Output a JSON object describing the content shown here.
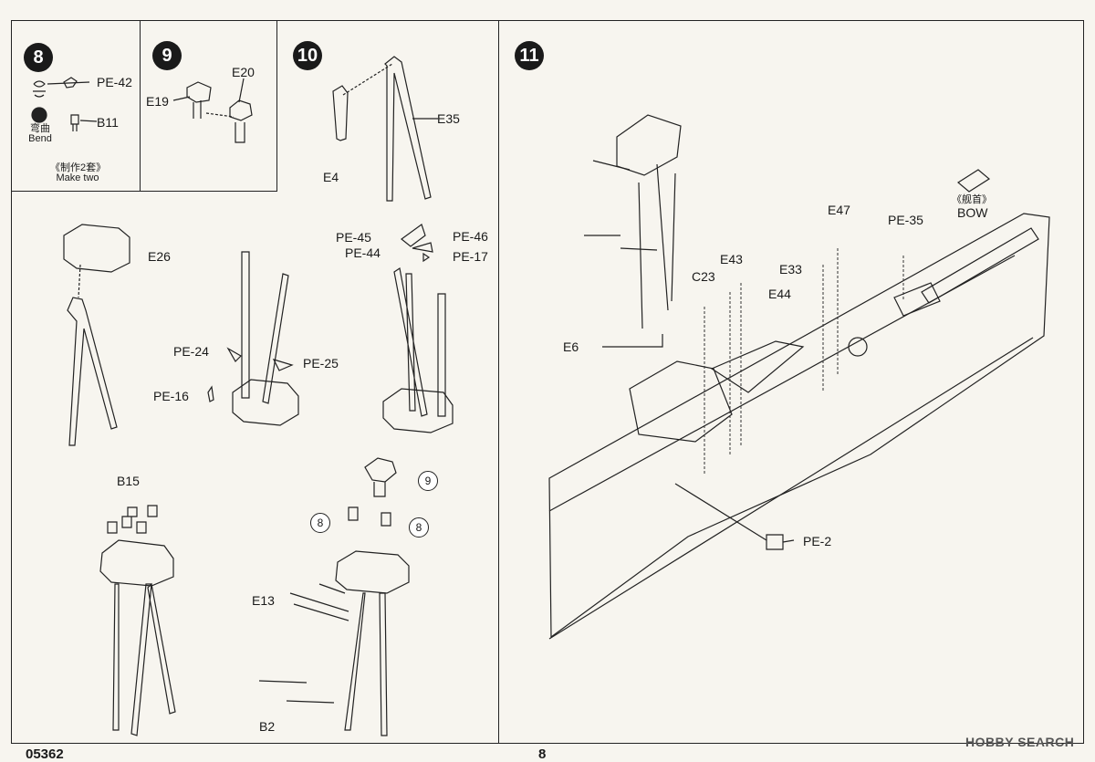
{
  "steps": {
    "s8": {
      "number": "8",
      "parts": [
        "PE-42",
        "B11"
      ],
      "bend_cn": "弯曲",
      "bend_en": "Bend",
      "note_cn": "《制作2套》",
      "note_en": "Make two"
    },
    "s9": {
      "number": "9",
      "parts": [
        "E20",
        "E19"
      ]
    },
    "s10": {
      "number": "10",
      "parts": [
        "E35",
        "E4",
        "E26",
        "PE-45",
        "PE-46",
        "PE-44",
        "PE-17",
        "PE-24",
        "PE-25",
        "PE-16",
        "B15",
        "E13",
        "B2"
      ],
      "refs": [
        "9",
        "8",
        "8"
      ]
    },
    "s11": {
      "number": "11",
      "parts": [
        "E47",
        "PE-35",
        "E43",
        "E33",
        "C23",
        "E44",
        "E6",
        "PE-2"
      ],
      "bow_cn": "《舰首》",
      "bow_en": "BOW"
    }
  },
  "footer": {
    "code": "05362",
    "page": "8"
  },
  "watermark": {
    "brand": "HOBBY SEARCH"
  }
}
